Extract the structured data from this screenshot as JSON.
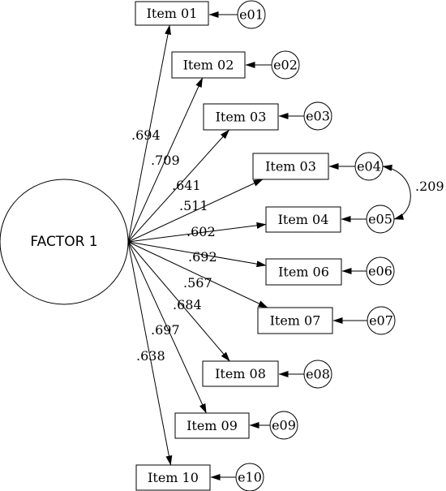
{
  "factor": {
    "label": "FACTOR 1"
  },
  "items": [
    {
      "label": "Item 01",
      "error": "e01",
      "loading": ".694"
    },
    {
      "label": "Item 02",
      "error": "e02",
      "loading": ".709"
    },
    {
      "label": "Item 03",
      "error": "e03",
      "loading": ".641"
    },
    {
      "label": "Item 03",
      "error": "e04",
      "loading": ".511"
    },
    {
      "label": "Item 04",
      "error": "e05",
      "loading": ".602"
    },
    {
      "label": "Item 06",
      "error": "e06",
      "loading": ".692"
    },
    {
      "label": "Item 07",
      "error": "e07",
      "loading": ".567"
    },
    {
      "label": "Item 08",
      "error": "e08",
      "loading": ".684"
    },
    {
      "label": "Item 09",
      "error": "e09",
      "loading": ".697"
    },
    {
      "label": "Item 10",
      "error": "e10",
      "loading": ".638"
    }
  ],
  "covariance": {
    "from": "e04",
    "to": "e05",
    "value": ".209"
  }
}
